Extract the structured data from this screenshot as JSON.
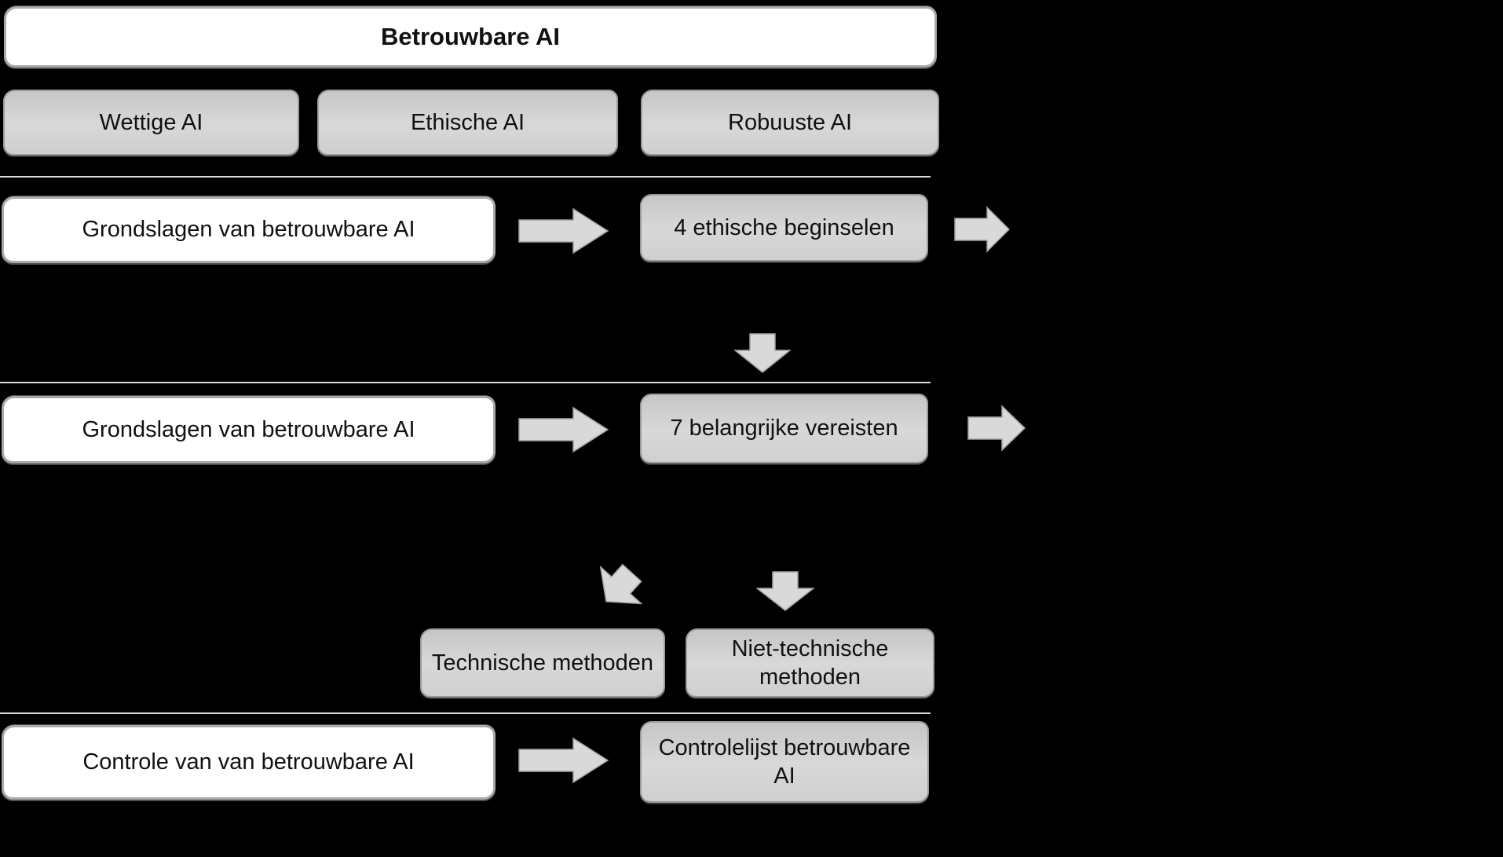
{
  "colors": {
    "background": "#000000",
    "box_fill_white": "#ffffff",
    "box_fill_gray": "#d6d6d6",
    "box_border": "#9b9b9b",
    "arrow_fill": "#d9d9d9",
    "arrow_stroke": "#a0a0a0",
    "separator": "#d9d9d9",
    "text": "#111111"
  },
  "diagram": {
    "title": "Betrouwbare AI",
    "pillars": [
      "Wettige AI",
      "Ethische AI",
      "Robuuste AI"
    ],
    "rows": [
      {
        "source": "Grondslagen van betrouwbare AI",
        "target": "4 ethische beginselen"
      },
      {
        "source": "Grondslagen van betrouwbare AI",
        "target": "7 belangrijke vereisten"
      },
      {
        "source": "Controle van van betrouwbare AI",
        "target": "Controlelijst betrouwbare AI"
      }
    ],
    "methods": [
      "Technische methoden",
      "Niet-technische methoden"
    ]
  }
}
